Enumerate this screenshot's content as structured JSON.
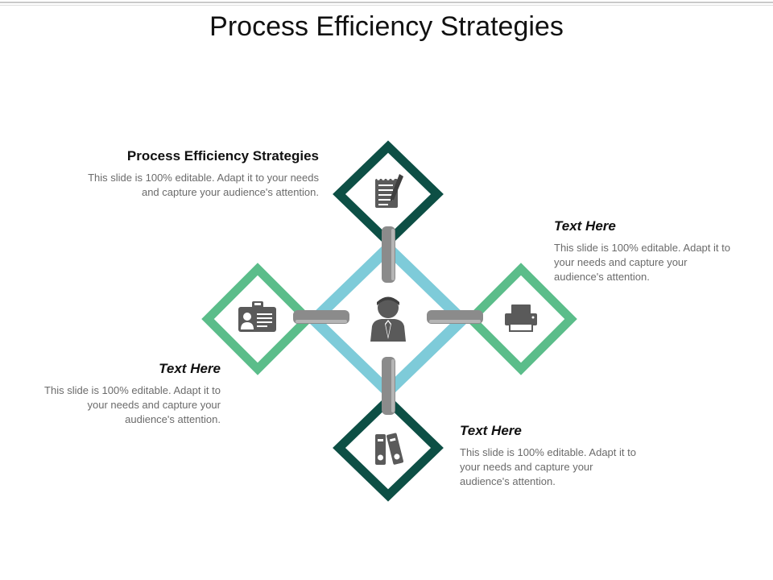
{
  "title": "Process Efficiency Strategies",
  "colors": {
    "dark_teal": "#0d4f45",
    "green": "#5bbd8a",
    "light_blue": "#7ecbd9",
    "connector_gray": "#8b8b8b",
    "icon_gray": "#5a5a5a"
  },
  "blocks": [
    {
      "heading": "Process Efficiency Strategies",
      "body": "This slide is 100% editable. Adapt it to your needs and capture your audience's attention."
    },
    {
      "heading": "Text Here",
      "body": "This slide is 100% editable. Adapt it to your needs and capture your audience's attention."
    },
    {
      "heading": "Text Here",
      "body": "This slide is 100% editable. Adapt it to your needs and capture your audience's attention."
    },
    {
      "heading": "Text Here",
      "body": "This slide is 100% editable. Adapt it to your needs and capture your audience's attention."
    }
  ],
  "icons": {
    "center": "businessman-icon",
    "top": "notepad-pen-icon",
    "right": "printer-icon",
    "left": "id-card-icon",
    "bottom": "binders-icon"
  }
}
